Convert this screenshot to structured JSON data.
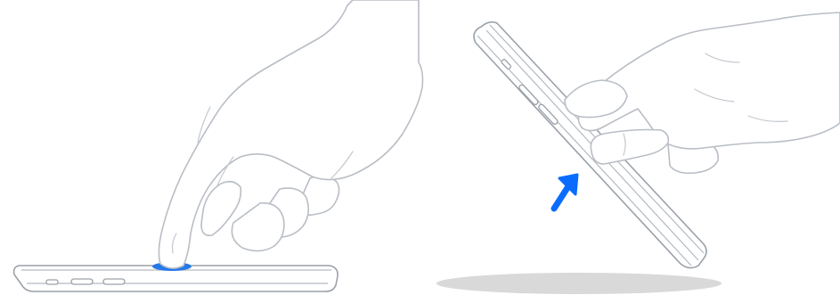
{
  "illustration": {
    "panels": [
      {
        "id": "tap",
        "gesture": "tap",
        "accent_color": "#1a73e8"
      },
      {
        "id": "raise",
        "gesture": "raise-to-wake",
        "accent_color": "#0a6cff"
      }
    ],
    "colors": {
      "outline": "#b9bec5",
      "phone_edge": "#9aa1a9",
      "accent": "#0a6cff",
      "shadow": "#d9d9d9"
    }
  }
}
